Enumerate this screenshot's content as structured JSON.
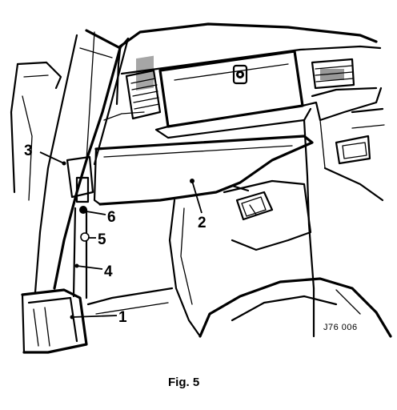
{
  "diagram": {
    "callouts": [
      {
        "id": "1",
        "label": "1"
      },
      {
        "id": "2",
        "label": "2"
      },
      {
        "id": "3",
        "label": "3"
      },
      {
        "id": "4",
        "label": "4"
      },
      {
        "id": "5",
        "label": "5"
      },
      {
        "id": "6",
        "label": "6"
      }
    ],
    "reference_code": "J76 006",
    "caption": "Fig. 5"
  }
}
